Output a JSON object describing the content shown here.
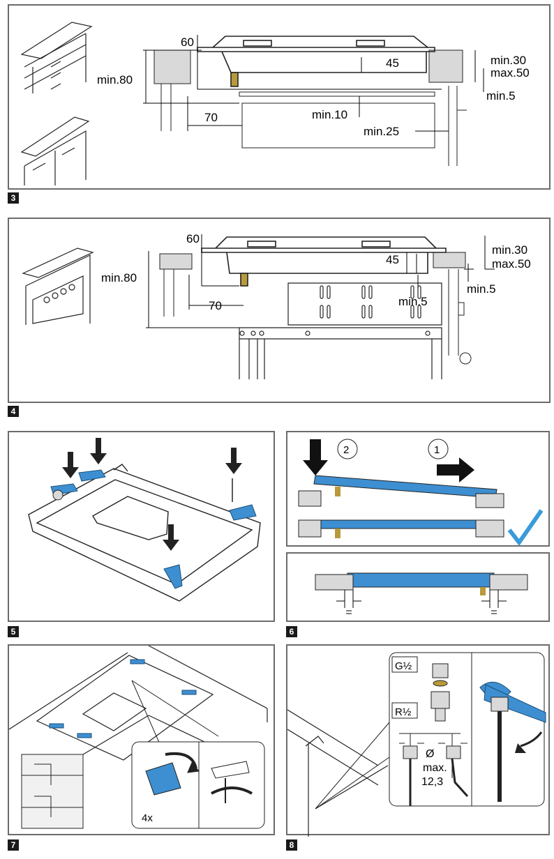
{
  "figures": [
    {
      "number": "3"
    },
    {
      "number": "4"
    },
    {
      "number": "5"
    },
    {
      "number": "6"
    },
    {
      "number": "7"
    },
    {
      "number": "8"
    }
  ],
  "fig3": {
    "dim_60": "60",
    "dim_min80": "min.80",
    "dim_45": "45",
    "dim_min30": "min.30",
    "dim_max50": "max.50",
    "dim_min5": "min.5",
    "dim_70": "70",
    "dim_min10": "min.10",
    "dim_min25": "min.25"
  },
  "fig4": {
    "dim_60": "60",
    "dim_min80": "min.80",
    "dim_45": "45",
    "dim_min30": "min.30",
    "dim_max50": "max.50",
    "dim_min5_right": "min.5",
    "dim_70": "70",
    "dim_min5_oven": "min.5"
  },
  "fig6": {
    "step2": "2",
    "step1": "1"
  },
  "fig7": {
    "count": "4x"
  },
  "fig8": {
    "thread_g": "G½",
    "thread_r": "R½",
    "diameter_symbol": "Ø",
    "diameter_max": "max.",
    "diameter_value": "12,3"
  },
  "colors": {
    "accent_blue": "#3d8fd1",
    "checkmark_blue": "#3a9bd8",
    "frame_gray": "#6b6b6b"
  }
}
